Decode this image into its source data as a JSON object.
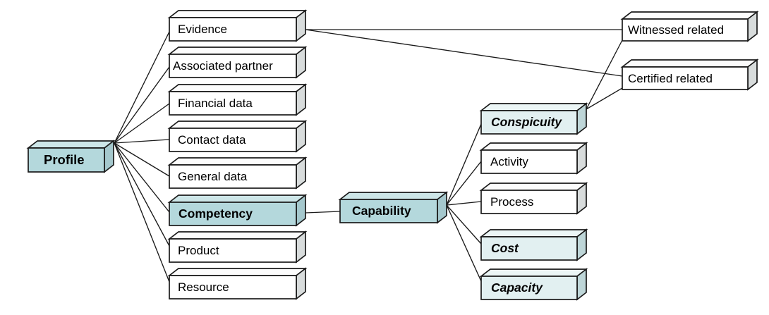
{
  "diagram": {
    "nodes": {
      "profile": "Profile",
      "evidence": "Evidence",
      "associated_partner": "Associated partner",
      "financial_data": "Financial data",
      "contact_data": "Contact data",
      "general_data": "General data",
      "competency": "Competency",
      "product": "Product",
      "resource": "Resource",
      "capability": "Capability",
      "conspicuity": "Conspicuity",
      "activity": "Activity",
      "process": "Process",
      "cost": "Cost",
      "capacity": "Capacity",
      "witnessed_related": "Witnessed related",
      "certified_related": "Certified related"
    },
    "colors": {
      "highlight_fill": "#b4d8dc",
      "subtle_fill": "#e2f0f1",
      "plain_fill": "#ffffff",
      "outline": "#1a1a1a"
    },
    "edges": [
      {
        "from": "Profile",
        "to": "Evidence"
      },
      {
        "from": "Profile",
        "to": "Associated partner"
      },
      {
        "from": "Profile",
        "to": "Financial data"
      },
      {
        "from": "Profile",
        "to": "Contact data"
      },
      {
        "from": "Profile",
        "to": "General data"
      },
      {
        "from": "Profile",
        "to": "Competency"
      },
      {
        "from": "Profile",
        "to": "Product"
      },
      {
        "from": "Profile",
        "to": "Resource"
      },
      {
        "from": "Competency",
        "to": "Capability"
      },
      {
        "from": "Capability",
        "to": "Conspicuity"
      },
      {
        "from": "Capability",
        "to": "Activity"
      },
      {
        "from": "Capability",
        "to": "Process"
      },
      {
        "from": "Capability",
        "to": "Cost"
      },
      {
        "from": "Capability",
        "to": "Capacity"
      },
      {
        "from": "Evidence",
        "to": "Witnessed related"
      },
      {
        "from": "Evidence",
        "to": "Certified related"
      },
      {
        "from": "Conspicuity",
        "to": "Witnessed related"
      },
      {
        "from": "Conspicuity",
        "to": "Certified related"
      }
    ]
  }
}
